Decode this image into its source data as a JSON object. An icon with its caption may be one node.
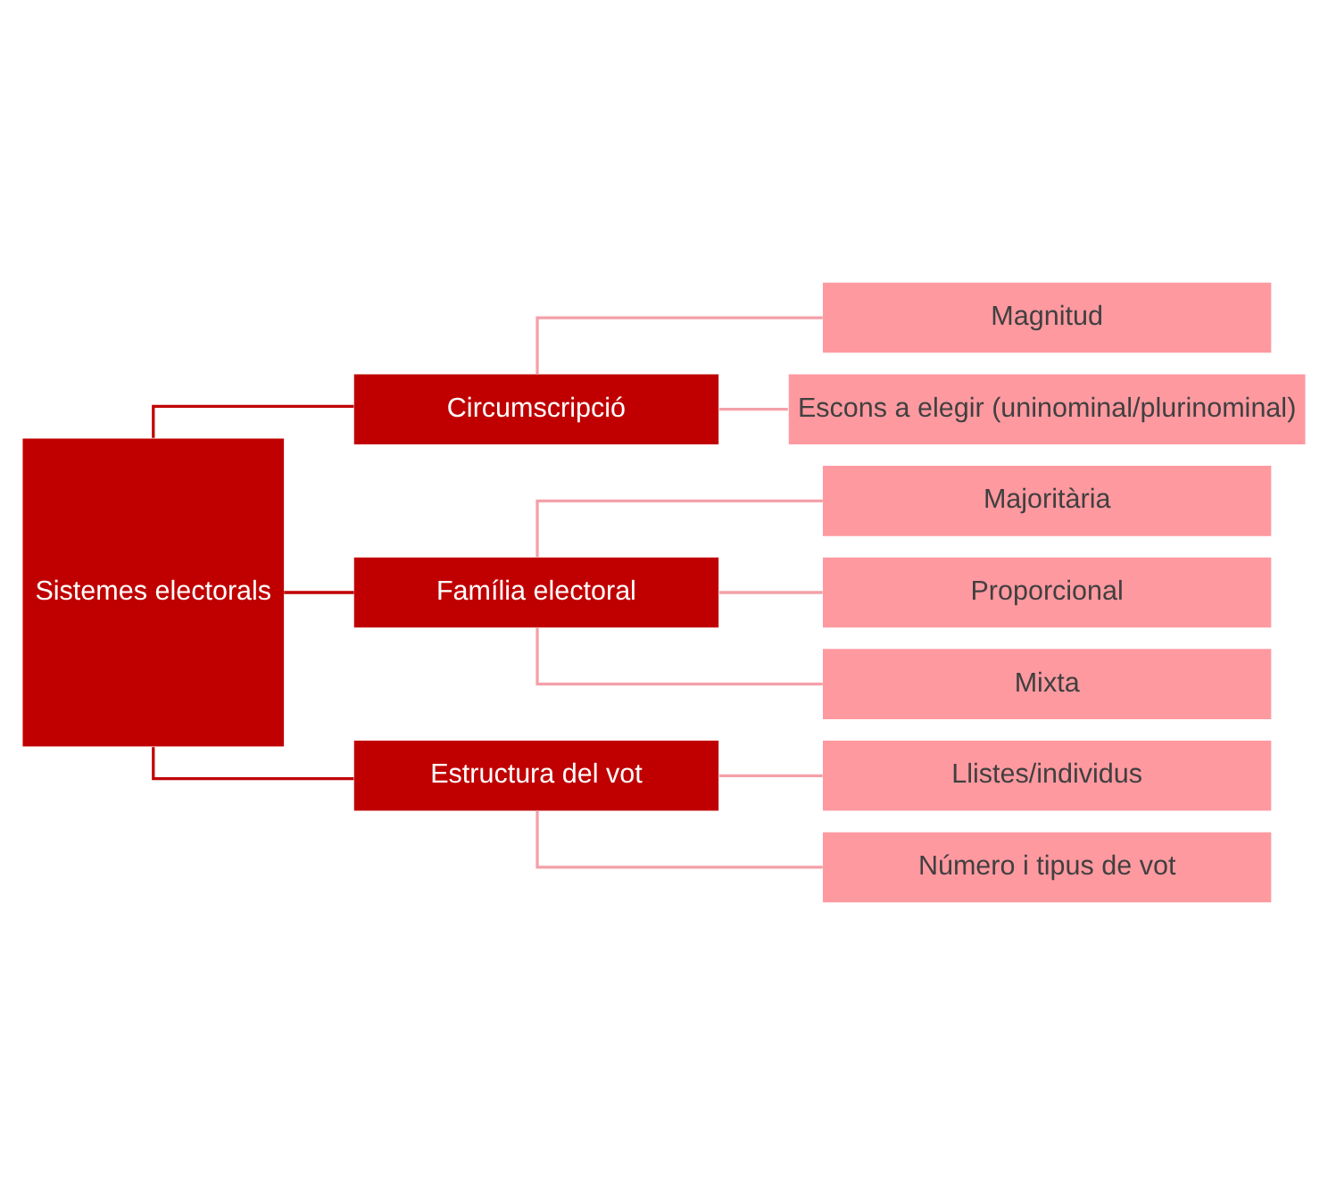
{
  "diagram": {
    "nodes": [
      {
        "text": [
          "Sistemes electorals"
        ]
      },
      {
        "text": [
          "Circumscripció"
        ]
      },
      {
        "text": [
          "Família electoral"
        ]
      },
      {
        "text": [
          "Estructura del vot"
        ]
      },
      {
        "text": [
          "Magnitud"
        ]
      },
      {
        "text": [
          "Escons a elegir (uninominal/plurinominal)"
        ]
      },
      {
        "text": [
          "Majoritària"
        ]
      },
      {
        "text": [
          "Proporcional"
        ]
      },
      {
        "text": [
          "Mixta"
        ]
      },
      {
        "text": [
          "Llistes/individus"
        ]
      },
      {
        "text": [
          "Número i tipus de vot"
        ]
      }
    ],
    "edges": [
      {
        "from": 0,
        "to": 1,
        "arrow": "none",
        "color": "#c00000"
      },
      {
        "from": 0,
        "to": 2,
        "arrow": "none",
        "color": "#c00000"
      },
      {
        "from": 0,
        "to": 3,
        "arrow": "none",
        "color": "#c00000"
      },
      {
        "from": 1,
        "to": 4,
        "arrow": "none"
      },
      {
        "from": 1,
        "to": 5,
        "arrow": "none"
      },
      {
        "from": 2,
        "to": 6,
        "arrow": "none"
      },
      {
        "from": 2,
        "to": 7,
        "arrow": "none"
      },
      {
        "from": 2,
        "to": 8,
        "arrow": "none"
      },
      {
        "from": 3,
        "to": 9,
        "arrow": "none"
      },
      {
        "from": 3,
        "to": 10,
        "arrow": "none"
      }
    ]
  }
}
